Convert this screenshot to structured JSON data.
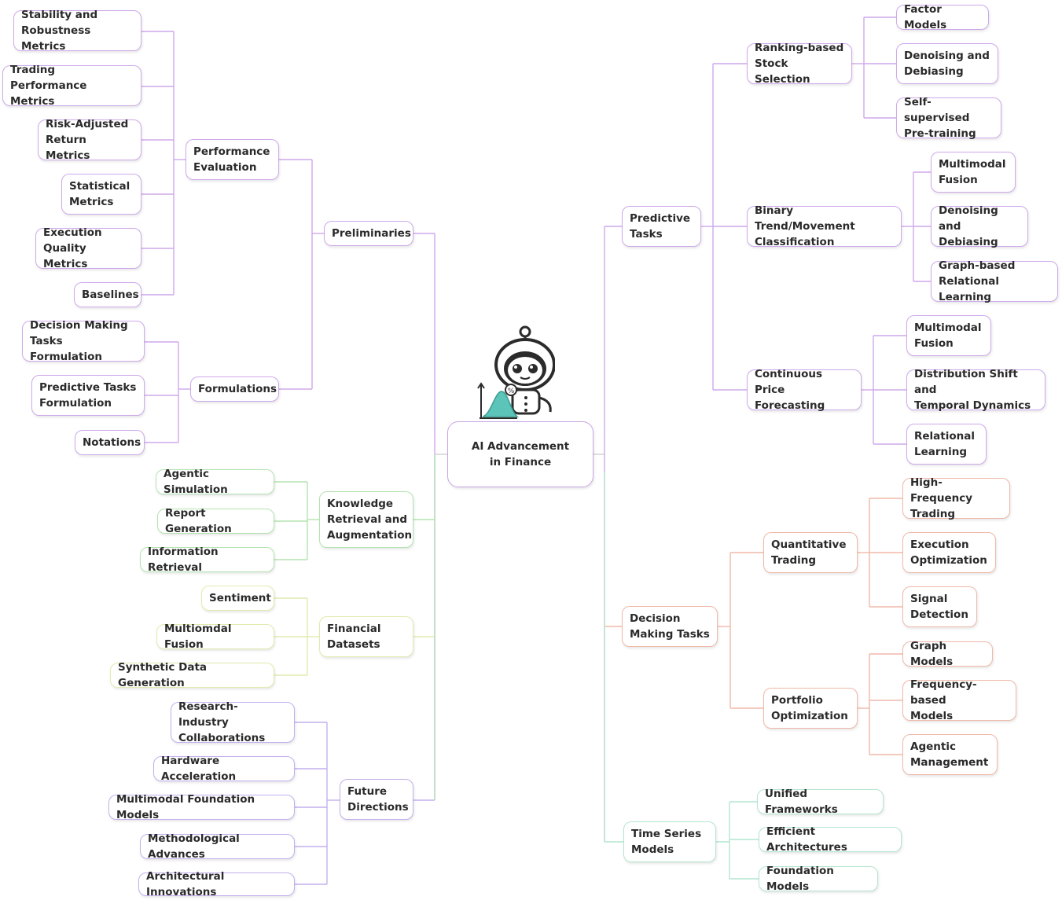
{
  "colors": {
    "purple": "#cfa9ec",
    "green": "#b4e3b0",
    "yellow": "#e1ebae",
    "violet": "#c3b0ee",
    "salmon": "#f0b9a8",
    "teal": "#b4e6cf",
    "center_link": "#cfcfcf",
    "robot_accent": "#5cc4b8"
  },
  "center": {
    "label": "AI Advancement\nin Finance",
    "icon": "robot-icon"
  },
  "left": {
    "preliminaries": {
      "label": "Preliminaries",
      "performance_evaluation": {
        "label": "Performance\nEvaluation",
        "items": [
          "Stability and\nRobustness Metrics",
          "Trading Performance\nMetrics",
          "Risk-Adjusted\nReturn Metrics",
          "Statistical\nMetrics",
          "Execution\nQuality Metrics",
          "Baselines"
        ]
      },
      "formulations": {
        "label": "Formulations",
        "items": [
          "Decision Making\nTasks Formulation",
          "Predictive Tasks\nFormulation",
          "Notations"
        ]
      }
    },
    "knowledge": {
      "label": "Knowledge\nRetrieval and\nAugmentation",
      "items": [
        "Agentic Simulation",
        "Report Generation",
        "Information Retrieval"
      ]
    },
    "datasets": {
      "label": "Financial\nDatasets",
      "items": [
        "Sentiment",
        "Multiomdal Fusion",
        "Synthetic Data Generation"
      ]
    },
    "future": {
      "label": "Future\nDirections",
      "items": [
        "Research-Industry\nCollaborations",
        "Hardware Acceleration",
        "Multimodal Foundation Models",
        "Methodological Advances",
        "Architectural Innovations"
      ]
    }
  },
  "right": {
    "predictive": {
      "label": "Predictive\nTasks",
      "ranking": {
        "label": "Ranking-based\nStock Selection",
        "items": [
          "Factor Models",
          "Denoising and\nDebiasing",
          "Self-supervised\nPre-training"
        ]
      },
      "binary": {
        "label": "Binary Trend/Movement\nClassification",
        "items": [
          "Multimodal\nFusion",
          "Denoising and\nDebiasing",
          "Graph-based\nRelational Learning"
        ]
      },
      "continuous": {
        "label": "Continuous Price\nForecasting",
        "items": [
          "Multimodal\nFusion",
          "Distribution Shift and\nTemporal Dynamics",
          "Relational\nLearning"
        ]
      }
    },
    "decision": {
      "label": "Decision\nMaking Tasks",
      "quant": {
        "label": "Quantitative\nTrading",
        "items": [
          "High-Frequency\nTrading",
          "Execution\nOptimization",
          "Signal\nDetection"
        ]
      },
      "portfolio": {
        "label": "Portfolio\nOptimization",
        "items": [
          "Graph Models",
          "Frequency-based\nModels",
          "Agentic\nManagement"
        ]
      }
    },
    "timeseries": {
      "label": "Time Series\nModels",
      "items": [
        "Unified Frameworks",
        "Efficient Architectures",
        "Foundation Models"
      ]
    }
  }
}
